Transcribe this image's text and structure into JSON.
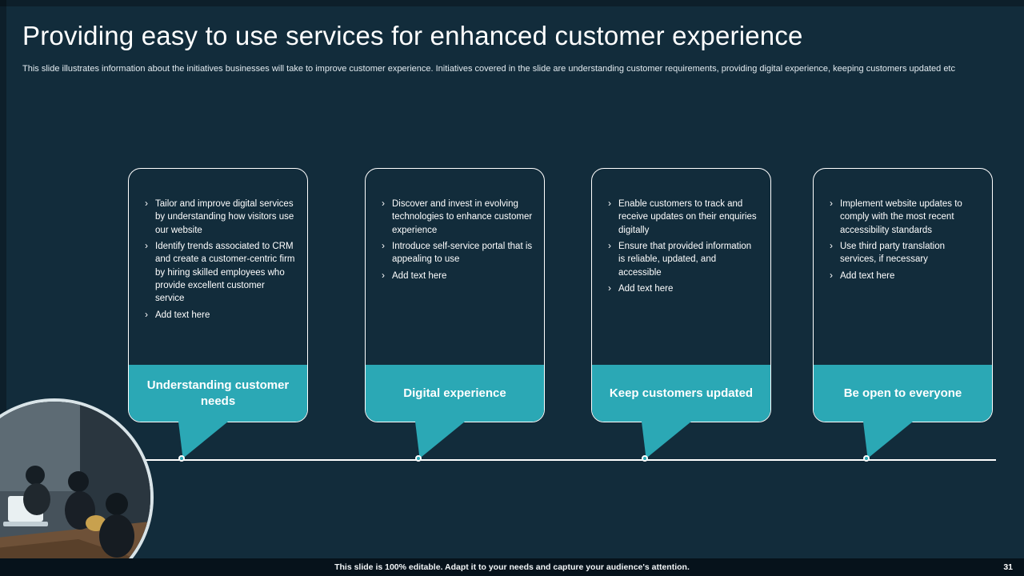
{
  "slide": {
    "title": "Providing easy to use services for enhanced customer experience",
    "subtitle": "This slide illustrates information about the initiatives businesses will take to improve customer experience. Initiatives covered in the slide are understanding customer requirements, providing digital experience, keeping customers updated etc",
    "footer_note": "This slide is 100% editable. Adapt it to your needs and capture your audience's attention.",
    "page_number": "31"
  },
  "colors": {
    "background": "#122c3b",
    "accent": "#2ba8b5",
    "card_border": "#ffffff",
    "bottom_bar": "#06121b"
  },
  "cards": [
    {
      "label": "Understanding customer needs",
      "bullets": [
        "Tailor and improve digital services by understanding how visitors use our website",
        "Identify trends associated to CRM and create a customer-centric firm by hiring skilled employees who provide excellent customer service",
        "Add text here"
      ]
    },
    {
      "label": "Digital experience",
      "bullets": [
        "Discover and invest in evolving technologies to enhance customer experience",
        "Introduce self-service portal that is appealing to use",
        "Add text here"
      ]
    },
    {
      "label": "Keep customers updated",
      "bullets": [
        "Enable customers to track and receive updates on their enquiries digitally",
        "Ensure that provided information is reliable, updated, and accessible",
        "Add text here"
      ]
    },
    {
      "label": "Be open to everyone",
      "bullets": [
        "Implement website updates to comply with the most recent accessibility standards",
        "Use third party translation services, if necessary",
        "Add text here"
      ]
    }
  ]
}
